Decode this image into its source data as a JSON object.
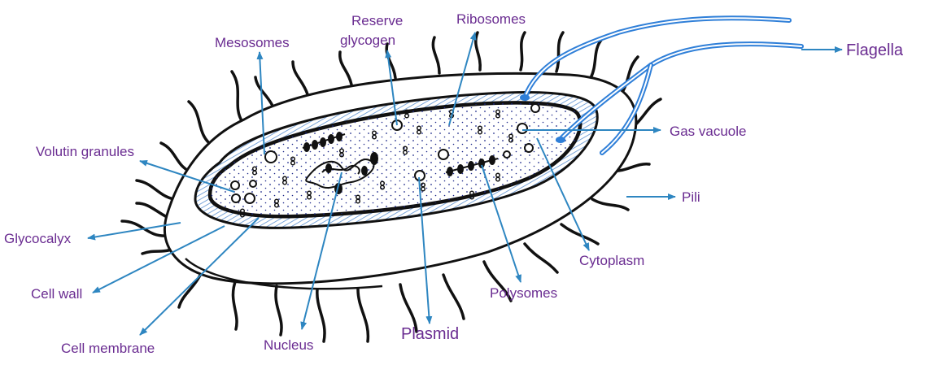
{
  "colors": {
    "label": "#6a2c91",
    "arrow": "#2e86c1",
    "outline": "#111111",
    "wall_hatch": "#5a8fd0",
    "flagellum": "#2f7fd8",
    "cytoplasm_dot": "#1e2a8a"
  },
  "labels": {
    "mesosomes": "Mesosomes",
    "reserve_glycogen_line1": "Reserve",
    "reserve_glycogen_line2": "glycogen",
    "ribosomes": "Ribosomes",
    "flagella": "Flagella",
    "volutin_granules": "Volutin granules",
    "gas_vacuole": "Gas vacuole",
    "pili": "Pili",
    "glycocalyx": "Glycocalyx",
    "cytoplasm": "Cytoplasm",
    "cell_wall": "Cell wall",
    "polysomes": "Polysomes",
    "plasmid": "Plasmid",
    "cell_membrane": "Cell membrane",
    "nucleus": "Nucleus"
  }
}
